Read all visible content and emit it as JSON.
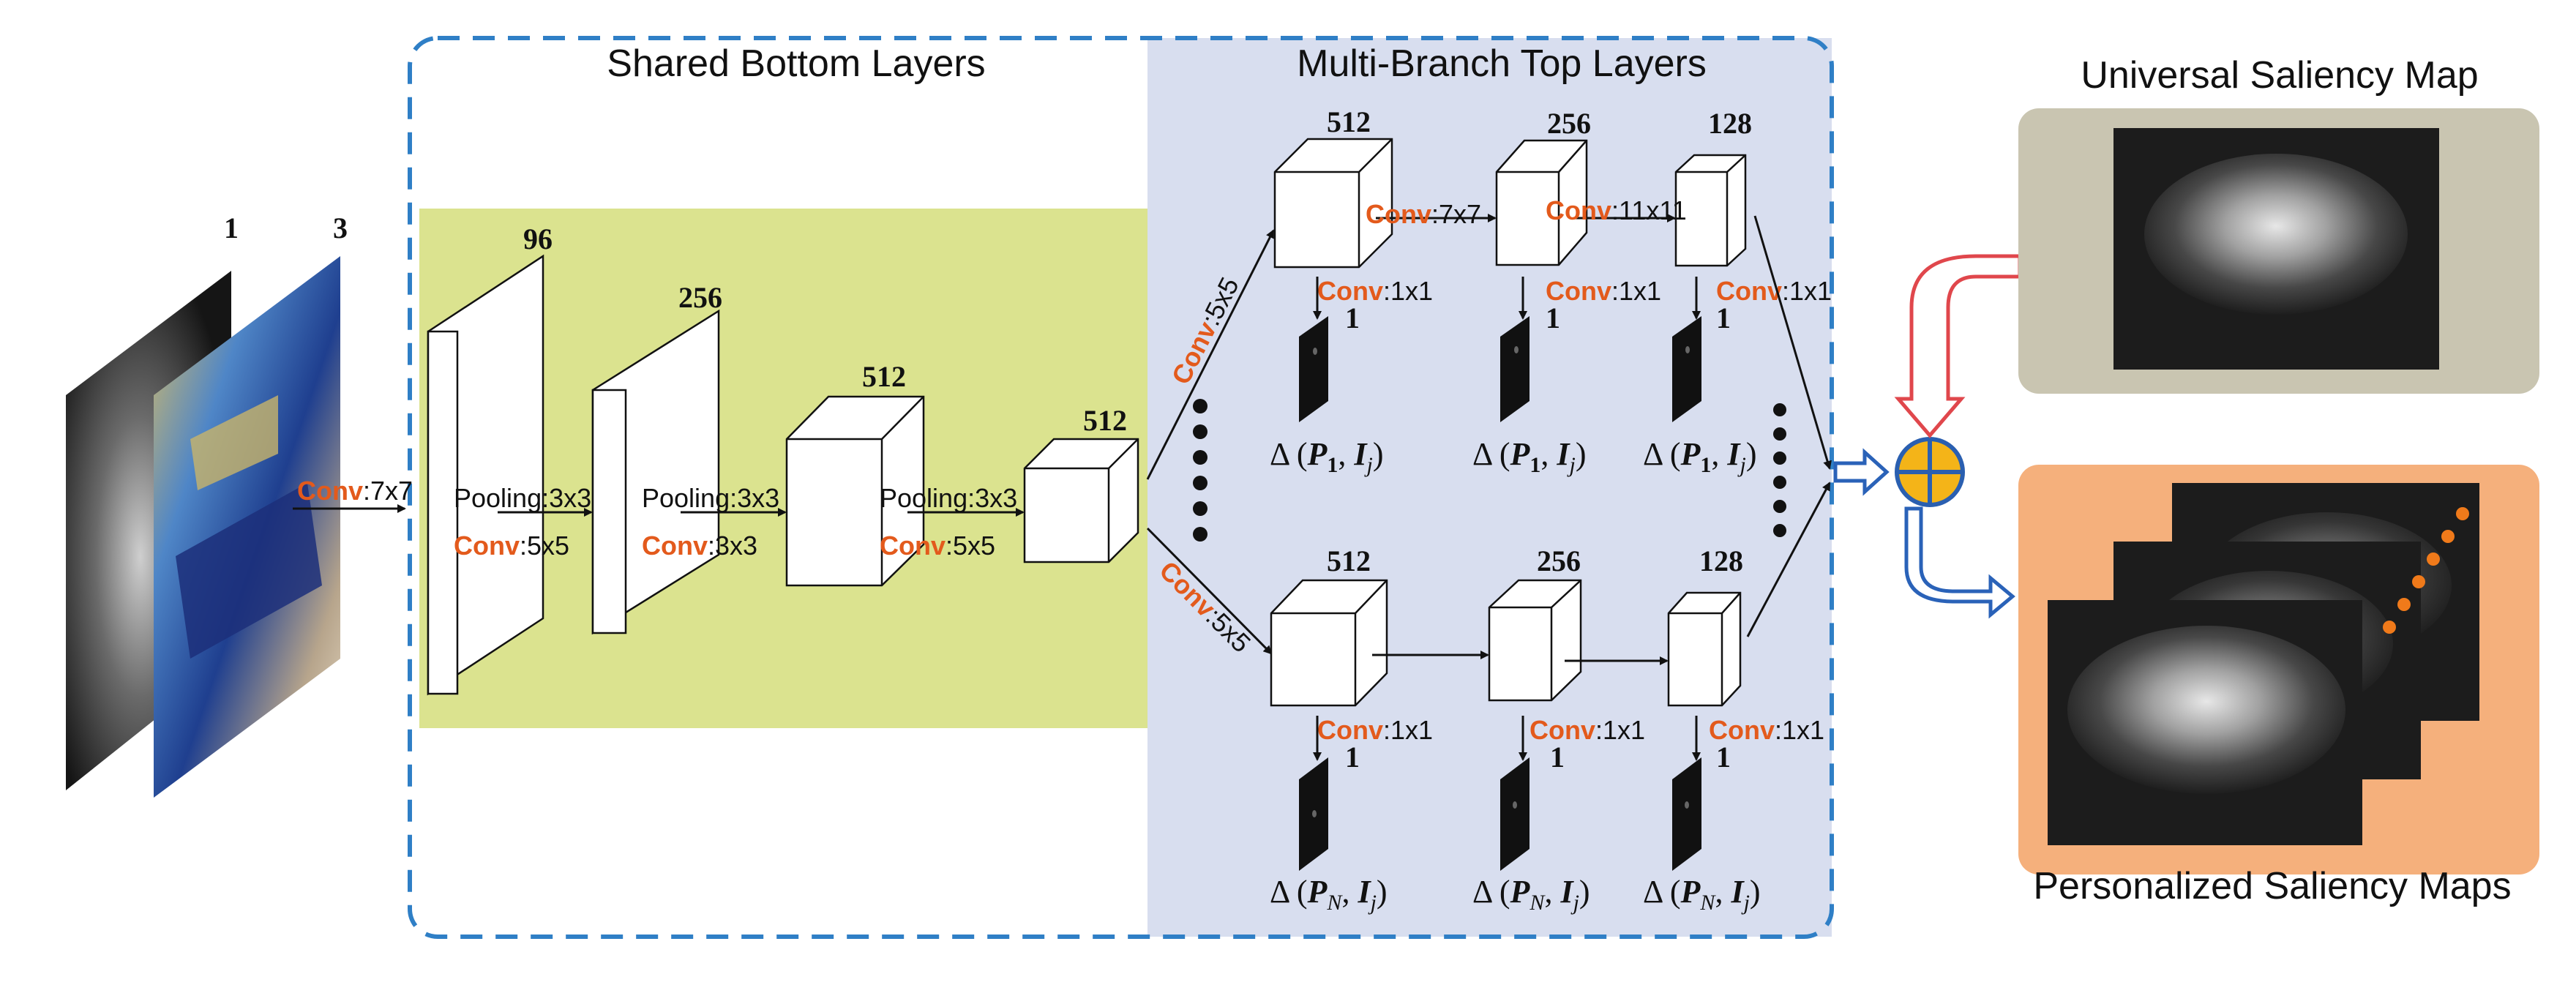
{
  "colors": {
    "shared_bg": "#dbe38f",
    "branch_bg": "#d8deef",
    "dashed_border": "#2f7fc6",
    "universal_bg": "#c9c5b1",
    "personalized_bg": "#f5b07c",
    "conv_text": "#e35a1c",
    "plus_fill": "#f4b418",
    "plus_border": "#2a5fb0",
    "red_arrow": "#e0474c",
    "blue_arrow": "#2a62b8",
    "dots_orange": "#f07a1a"
  },
  "sections": {
    "shared_title": "Shared Bottom Layers",
    "branch_title": "Multi-Branch Top Layers",
    "universal_title": "Universal Saliency Map",
    "personalized_title": "Personalized Saliency Maps"
  },
  "input": {
    "channel_1": "1",
    "channel_3": "3",
    "conv_label": "Conv",
    "conv_kernel": ":7x7"
  },
  "shared_layers": {
    "l1_channels": "96",
    "l2_channels": "256",
    "l3_channels": "512",
    "l4_channels": "512",
    "pool1": "Pooling:3x3",
    "conv1_label": "Conv",
    "conv1_kernel": ":5x5",
    "pool2": "Pooling:3x3",
    "conv2_label": "Conv",
    "conv2_kernel": ":3x3",
    "pool3": "Pooling:3x3",
    "conv3_label": "Conv",
    "conv3_kernel": ":5x5"
  },
  "branch_top": {
    "b1_channels": "512",
    "b2_channels": "256",
    "b3_channels": "128",
    "split_conv_label": "Conv",
    "split_conv_kernel": ":5x5",
    "conv_a_label": "Conv",
    "conv_a_kernel": ":7x7",
    "conv_b_label": "Conv",
    "conv_b_kernel": ":11x11",
    "out_conv_label": "Conv",
    "out_conv_kernel": ":1x1",
    "out_channels": "1",
    "delta": "Δ",
    "p_sym": "P",
    "p_sub": "1",
    "i_sym": "I",
    "i_sub": "j"
  },
  "branch_bottom": {
    "b1_channels": "512",
    "b2_channels": "256",
    "b3_channels": "128",
    "split_conv_label": "Conv",
    "split_conv_kernel": ":5x5",
    "out_conv_label": "Conv",
    "out_conv_kernel": ":1x1",
    "out_channels": "1",
    "delta": "Δ",
    "p_sym": "P",
    "p_sub": "N",
    "i_sym": "I",
    "i_sub": "j"
  }
}
